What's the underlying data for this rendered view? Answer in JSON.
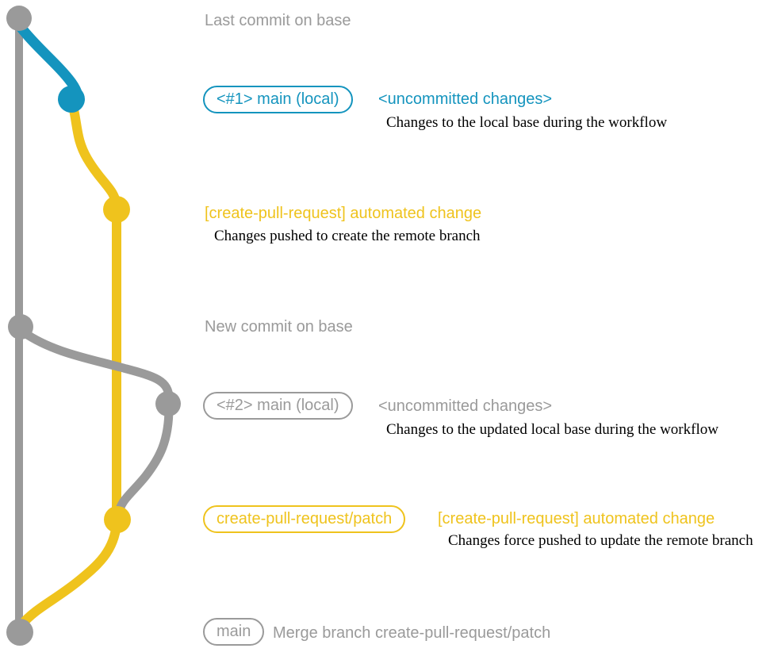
{
  "colors": {
    "gray": "#9a9a9a",
    "blue": "#1494be",
    "yellow": "#efc31d",
    "ink": "#000000",
    "background": "#ffffff"
  },
  "graph": {
    "commit_dots": [
      "last-commit-on-base-dot",
      "main-local-1-dot",
      "automated-change-1-dot",
      "new-commit-on-base-dot",
      "main-local-2-dot",
      "automated-change-2-dot",
      "merge-commit-dot"
    ]
  },
  "annotations": {
    "top_heading": "Last commit on base",
    "section1": {
      "branch_label": "<#1> main (local)",
      "status": "<uncommitted changes>",
      "description": "Changes to the local base during the workflow"
    },
    "section2": {
      "heading": "[create-pull-request] automated change",
      "description": "Changes pushed to create the remote branch"
    },
    "mid_heading": "New commit on base",
    "section3": {
      "branch_label": "<#2> main (local)",
      "status": "<uncommitted changes>",
      "description": "Changes to the updated local base during the workflow"
    },
    "section4": {
      "branch_label": "create-pull-request/patch",
      "heading": "[create-pull-request] automated change",
      "description": "Changes force pushed to update the remote branch"
    },
    "section5": {
      "branch_label": "main",
      "message": "Merge branch create-pull-request/patch"
    }
  }
}
